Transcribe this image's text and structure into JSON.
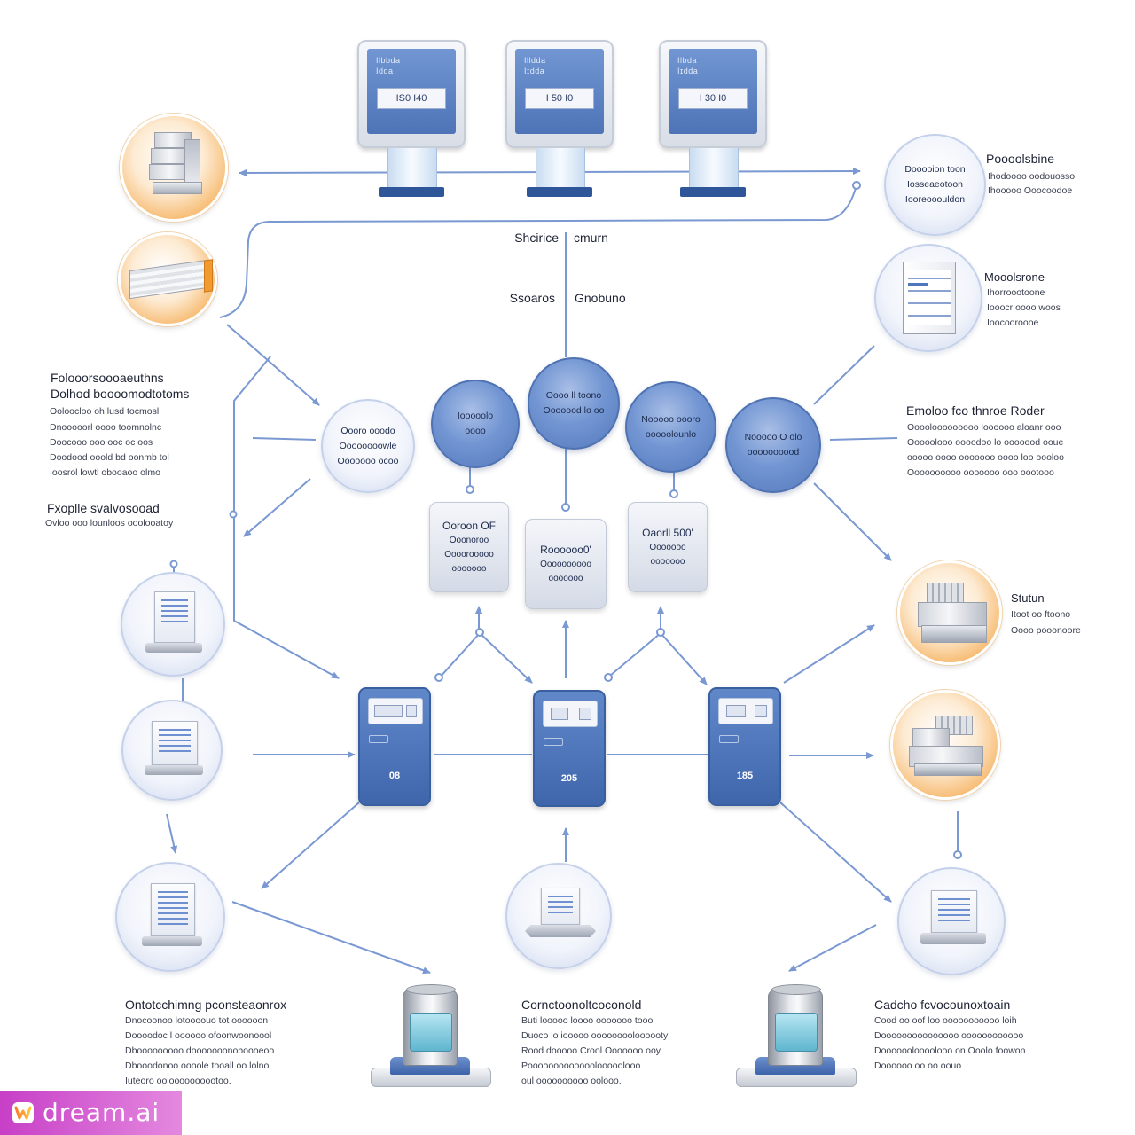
{
  "colors": {
    "line": "#7a98d2",
    "node_blue": "#5b7fc1",
    "orange": "#f5a94c",
    "server_blue": "#4a70b4"
  },
  "monitors": [
    {
      "line1": "Ilbbda",
      "line2": "Idda",
      "display": "IS0  I40"
    },
    {
      "line1": "Illdda",
      "line2": "Iɪdda",
      "display": "I 50  I0"
    },
    {
      "line1": "Ilbda",
      "line2": "Iɪdda",
      "display": "I 30  I0"
    }
  ],
  "top_right_node": {
    "lines": [
      "Dooooion toon",
      "Iosseaeotoon",
      "Iooreooouldon"
    ]
  },
  "top_right_label": {
    "title": "Poooolsbine",
    "lines": [
      "Ihodoooo oodouosso",
      "Ihooooo Ooocoodoe"
    ]
  },
  "right_label_2": {
    "title": "Mooolsrone",
    "lines": [
      "Ihorroootoone",
      "Iooocr oooo woos",
      "Ioocooroooe"
    ]
  },
  "center_labels": {
    "row1_left": "Shcirice",
    "row1_right": "cmurn",
    "row2_left": "Ssoaros",
    "row2_right": "Gnobuno"
  },
  "left_block": {
    "title1": "Folooorsoooaeuthns",
    "title2": "Dolhod boooomodtotoms",
    "lines": [
      "Ooloocloo oh lusd tocmosl",
      "Dnooooorl oooo toomnolnc",
      "Doocooo ooo ooc oc oos",
      "Doodood ooold bd oonmb tol",
      "Ioosrol lowtl obooaoo olmo"
    ],
    "title3": "Fxoplle svalvosooad",
    "line3": "Ovloo ooo lounloos ooolooatoy"
  },
  "mid_nodes": [
    {
      "lines": [
        "Oooro ooodo",
        "Oooooooowle",
        "Ooooooo ocoo"
      ]
    },
    {
      "lines": [
        "Iooooolo",
        "oooo"
      ]
    },
    {
      "lines": [
        "Oooo ll toono",
        "Ooooood lo oo"
      ]
    },
    {
      "lines": [
        "Nooooo oooro",
        "ooooolounlo"
      ]
    },
    {
      "lines": [
        "Nooooo O olo",
        "oooooooood"
      ]
    }
  ],
  "right_mid_label": {
    "title": "Emoloo fco thnroe Roder",
    "lines": [
      "Oooolooooooooo loooooo aloanr ooo",
      "Ooooolooo oooodoo lo ooooood ooue",
      "ooooo oooo ooooooo oooo loo oooloo",
      "Oooooooooo ooooooo ooo oootooo"
    ]
  },
  "cards": [
    {
      "title": "Ooroon OF",
      "lines": [
        "Ooonoroo",
        "Oooorooooo",
        "ooooooo"
      ]
    },
    {
      "title": "Roooooo0'",
      "lines": [
        "Oooooooooo",
        "ooooooo"
      ]
    },
    {
      "title": "Oaorll 500'",
      "lines": [
        "Ooooooo",
        "ooooooo"
      ]
    }
  ],
  "storage_label": {
    "title": "Stutun",
    "lines": [
      "Itoot oo ftoono",
      "Oooo pooonoore"
    ]
  },
  "servers": [
    {
      "label": "08"
    },
    {
      "label": "205"
    },
    {
      "label": "185"
    }
  ],
  "bottom_texts": [
    {
      "title": "Ontotcchimng pconsteaonrox",
      "lines": [
        "Dnocoonoo lotoooouo tot oooooon",
        "Doooodoc l oooooo ofoonwoonoool",
        "Dbooooooooo dooooooonoboooeoo",
        "Dbooodonoo oooole tooall oo lolno",
        "Iuteoro ooloooooooootoo."
      ]
    },
    {
      "title": "Cornctoonoltcoconold",
      "lines": [
        "Buti looooo loooo ooooooo tooo",
        "Duoco lo iooooo ooooooooloooooty",
        "Rood dooooo Crool Ooooooo ooy",
        "Pooooooooooooolooooolooo",
        "oul oooooooooo oolooo."
      ]
    },
    {
      "title": "Cadcho fcvocounoxtoain",
      "lines": [
        "Cood oo oof loo ooooooooooo loih",
        "Dooooooooooooooo oooooooooooo",
        "Dooooooloooolooo on Ooolo foowon",
        "Doooooo oo oo oouo"
      ]
    }
  ],
  "watermark": {
    "text": "dream.ai",
    "logo_icon": "dream-ai-logo-icon"
  }
}
